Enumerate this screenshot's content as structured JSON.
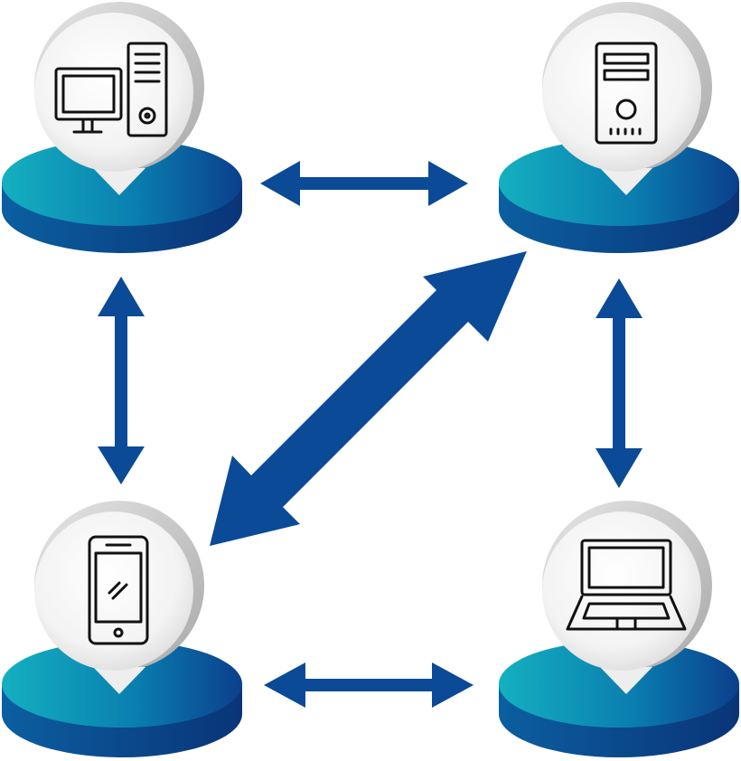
{
  "diagram": {
    "nodes": [
      {
        "id": "desktop",
        "icon": "desktop-computer-icon"
      },
      {
        "id": "server",
        "icon": "tower-server-icon"
      },
      {
        "id": "smartphone",
        "icon": "smartphone-icon"
      },
      {
        "id": "laptop",
        "icon": "laptop-icon"
      }
    ],
    "links": [
      {
        "from": "desktop",
        "to": "server",
        "direction": "bidirectional"
      },
      {
        "from": "desktop",
        "to": "smartphone",
        "direction": "bidirectional"
      },
      {
        "from": "server",
        "to": "laptop",
        "direction": "bidirectional"
      },
      {
        "from": "smartphone",
        "to": "laptop",
        "direction": "bidirectional"
      },
      {
        "from": "server",
        "to": "smartphone",
        "direction": "bidirectional"
      }
    ],
    "colors": {
      "arrow": "#0a4a96",
      "platform_light": "#14b0c0",
      "platform_dark": "#0b3f8c",
      "platform_side": "#0a3f86",
      "bubble": "#f2f2f2",
      "bubble_rim": "#bdbdbd",
      "icon_stroke": "#111111"
    }
  }
}
